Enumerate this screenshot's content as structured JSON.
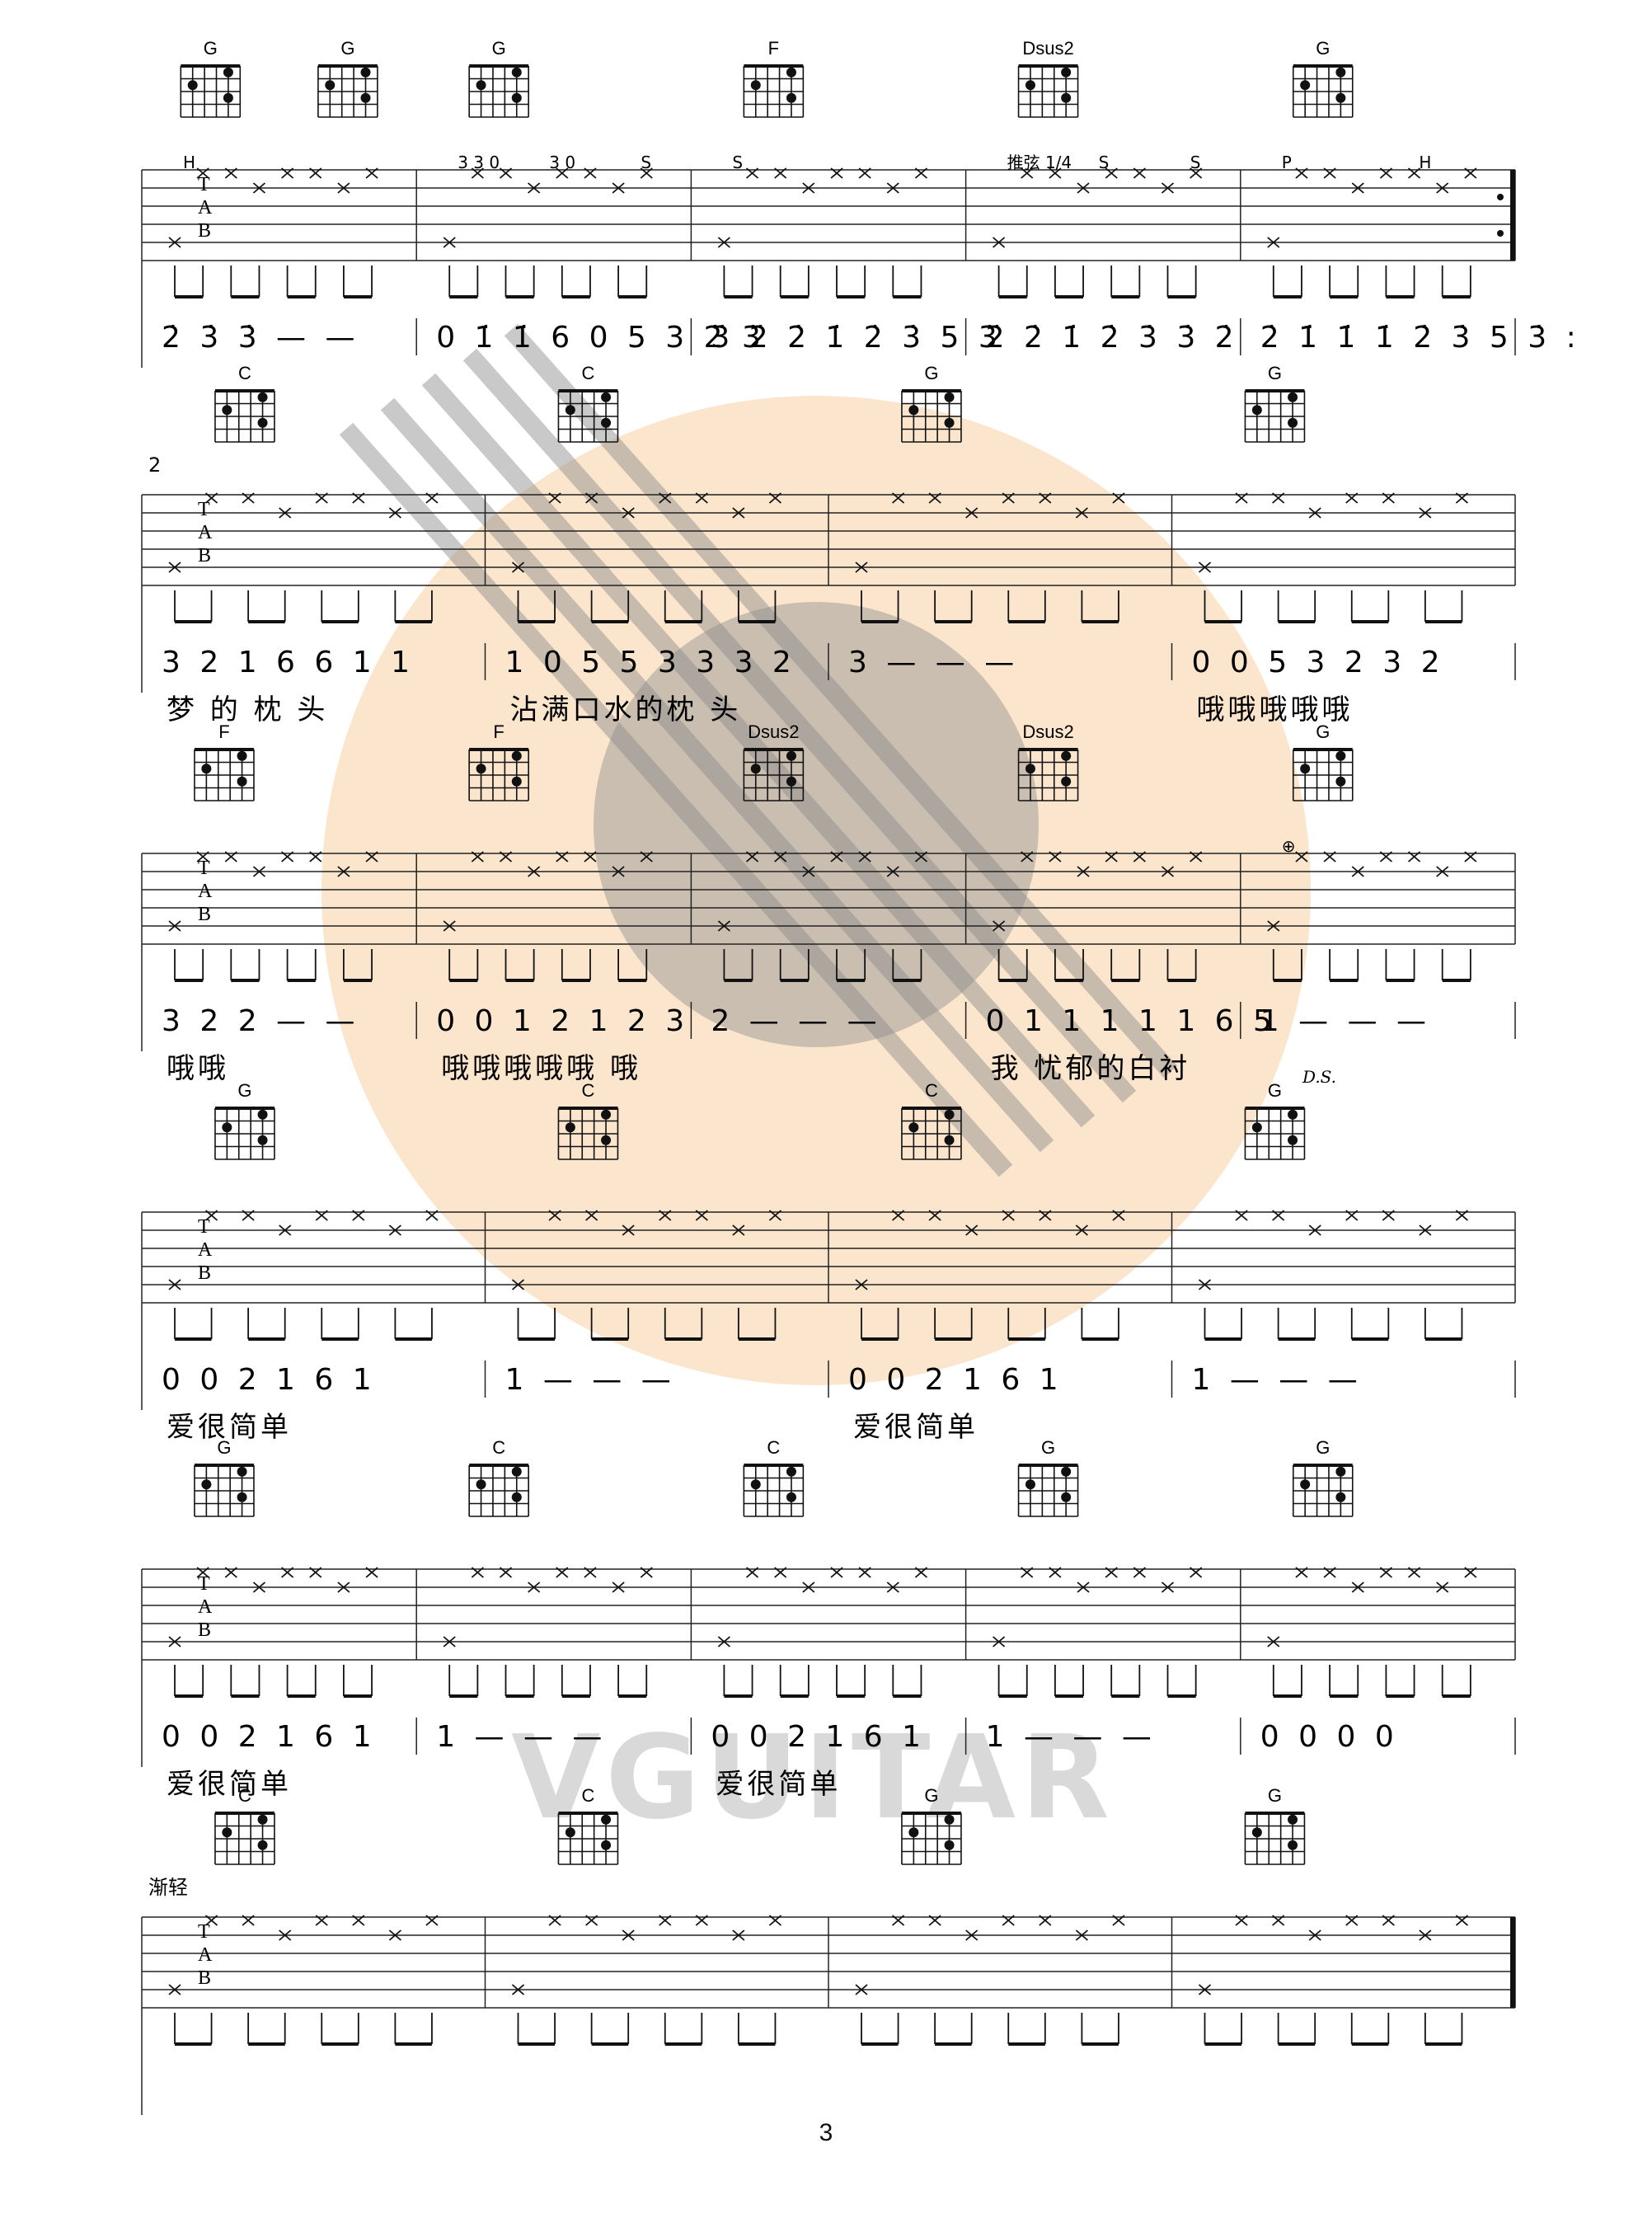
{
  "watermark": {
    "text": "VGUITAR",
    "colors": {
      "orange": "#f7b77a",
      "peach": "#f9d9b8",
      "gray": "#8a8a8a"
    }
  },
  "page_number": "3",
  "colors": {
    "ink": "#111111",
    "watermark_gray": "#7f7f7f"
  },
  "systems": [
    {
      "id": "sys1",
      "left_marker": "",
      "right_marker": "",
      "end_barline": "repeat",
      "measures": [
        {
          "chords": [
            "G",
            "G"
          ],
          "annotations": [
            "H"
          ],
          "notation": "2̇ 3̇ 3̇ — —",
          "lyrics": ""
        },
        {
          "chords": [
            "G"
          ],
          "annotations": [
            "3 3 0",
            "3 0",
            "S"
          ],
          "notation": "0 1̇ 1̇ 6 0 5 3 2̇ 3̇",
          "lyrics": ""
        },
        {
          "chords": [
            "F"
          ],
          "annotations": [
            "S"
          ],
          "notation": "3̇ 2̇ 2̇ 1̇ 2̇ 3̇ 5 3̇",
          "lyrics": ""
        },
        {
          "chords": [
            "Dsus2"
          ],
          "annotations": [
            "推弦 1/4",
            "S",
            "S"
          ],
          "notation": "2̇  2̇ 1̇ 2̇ 3̇ 3̇ 2̇",
          "lyrics": ""
        },
        {
          "chords": [
            "G"
          ],
          "annotations": [
            "P",
            "H"
          ],
          "notation": "2̇ 1̇ 1̇ 1̇ 2̇ 3̇ 5 3̇ :",
          "lyrics": ""
        }
      ]
    },
    {
      "id": "sys2",
      "left_marker": "2",
      "right_marker": "",
      "end_barline": "single",
      "measures": [
        {
          "chords": [
            "C"
          ],
          "annotations": [],
          "notation": "3 2 1 6 6 1 1",
          "lyrics": "梦 的 枕 头"
        },
        {
          "chords": [
            "C"
          ],
          "annotations": [],
          "notation": "1  0 5 5 3 3 3 2",
          "lyrics": "沾满口水的枕 头"
        },
        {
          "chords": [
            "G"
          ],
          "annotations": [],
          "notation": "3 — — —",
          "lyrics": ""
        },
        {
          "chords": [
            "G"
          ],
          "annotations": [],
          "notation": "0  0 5 3 2 3 2",
          "lyrics": "哦哦哦哦哦"
        }
      ]
    },
    {
      "id": "sys3",
      "left_marker": "",
      "right_marker": "D.S.",
      "end_barline": "single",
      "measures": [
        {
          "chords": [
            "F"
          ],
          "annotations": [],
          "notation": "3 2 2 — —",
          "lyrics": "哦哦"
        },
        {
          "chords": [
            "F"
          ],
          "annotations": [],
          "notation": "0  0 1 2 1 2 3",
          "lyrics": "哦哦哦哦哦 哦"
        },
        {
          "chords": [
            "Dsus2"
          ],
          "annotations": [],
          "notation": "2 — — —",
          "lyrics": ""
        },
        {
          "chords": [
            "Dsus2"
          ],
          "annotations": [],
          "notation": "0 1 1 1 1 1 6 5",
          "lyrics": "我 忧郁的白衬"
        },
        {
          "chords": [
            "G"
          ],
          "annotations": [
            "⊕"
          ],
          "notation": "1 — — —",
          "lyrics": ""
        }
      ]
    },
    {
      "id": "sys4",
      "left_marker": "",
      "right_marker": "",
      "end_barline": "single",
      "measures": [
        {
          "chords": [
            "G"
          ],
          "annotations": [],
          "notation": "0  0  2 1 6 1",
          "lyrics": "爱很简单"
        },
        {
          "chords": [
            "C"
          ],
          "annotations": [],
          "notation": "1 — — —",
          "lyrics": ""
        },
        {
          "chords": [
            "C"
          ],
          "annotations": [],
          "notation": "0  0  2 1 6 1",
          "lyrics": "爱很简单"
        },
        {
          "chords": [
            "G"
          ],
          "annotations": [],
          "notation": "1 — — —",
          "lyrics": ""
        }
      ]
    },
    {
      "id": "sys5",
      "left_marker": "",
      "right_marker": "",
      "end_barline": "single",
      "measures": [
        {
          "chords": [
            "G"
          ],
          "annotations": [],
          "notation": "0 0 2 1 6 1",
          "lyrics": "爱很简单"
        },
        {
          "chords": [
            "C"
          ],
          "annotations": [],
          "notation": "1 — — —",
          "lyrics": ""
        },
        {
          "chords": [
            "C"
          ],
          "annotations": [],
          "notation": "0 0 2 1 6 1",
          "lyrics": "爱很简单"
        },
        {
          "chords": [
            "G"
          ],
          "annotations": [],
          "notation": "1 — — —",
          "lyrics": ""
        },
        {
          "chords": [
            "G"
          ],
          "annotations": [],
          "notation": "0 0 0 0",
          "lyrics": ""
        }
      ]
    },
    {
      "id": "sys6",
      "left_marker": "渐轻",
      "right_marker": "",
      "end_barline": "final",
      "measures": [
        {
          "chords": [
            "C"
          ],
          "annotations": [],
          "notation": "",
          "lyrics": ""
        },
        {
          "chords": [
            "C"
          ],
          "annotations": [],
          "notation": "",
          "lyrics": ""
        },
        {
          "chords": [
            "G"
          ],
          "annotations": [],
          "notation": "",
          "lyrics": ""
        },
        {
          "chords": [
            "G"
          ],
          "annotations": [],
          "notation": "",
          "lyrics": ""
        }
      ]
    }
  ]
}
